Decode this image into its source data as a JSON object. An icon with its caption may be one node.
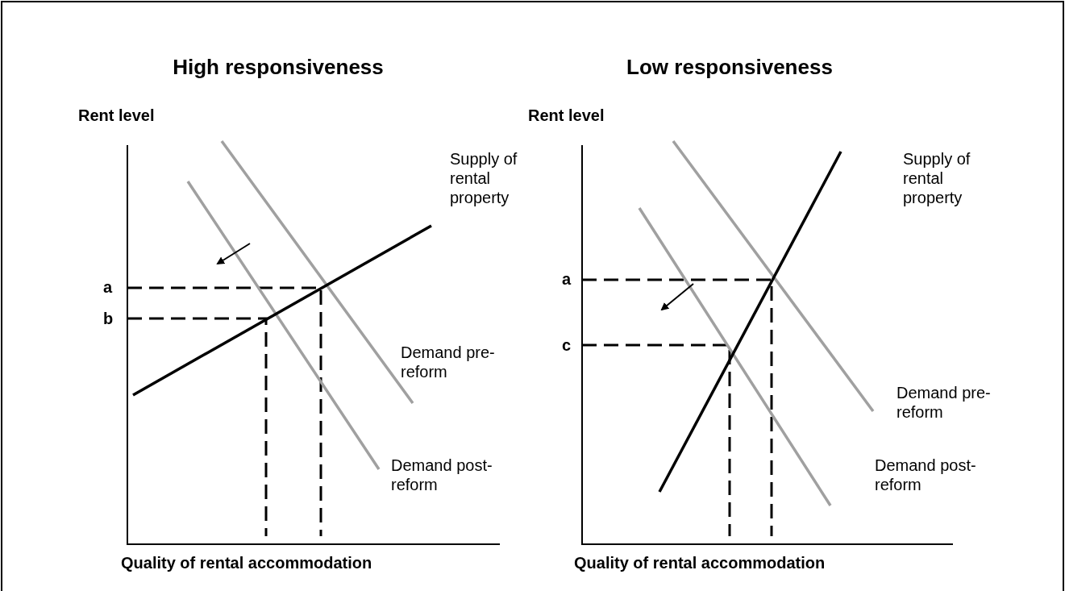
{
  "diagram": {
    "labels": [
      "High responsiveness",
      "Low responsiveness",
      "Rent level",
      "Rent level",
      "Supply of rental property",
      "Supply of rental property",
      "a",
      "a",
      "b",
      "Demand pre-reform",
      "c",
      "Demand pre-reform",
      "Demand post-reform",
      "Demand post-reform",
      "Quality of rental accommodation",
      "Quality of rental accommodation"
    ]
  }
}
